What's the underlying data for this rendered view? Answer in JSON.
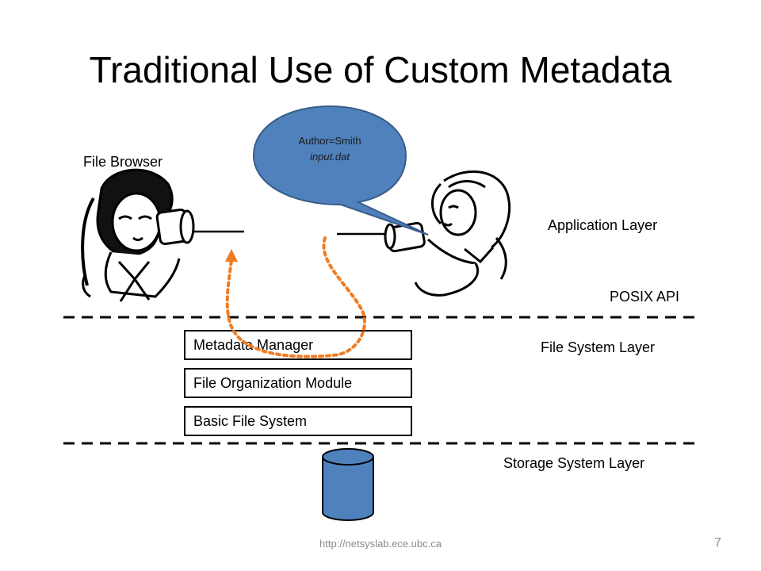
{
  "slide": {
    "title": "Traditional Use of Custom Metadata",
    "footer_url": "http://netsyslab.ece.ubc.ca",
    "page_number": "7"
  },
  "labels": {
    "file_browser": "File Browser",
    "application_layer": "Application Layer",
    "posix_api": "POSIX API",
    "file_system_layer": "File System Layer",
    "storage_system_layer": "Storage System Layer"
  },
  "speech_bubble": {
    "line1": "Author=Smith",
    "line2": "input.dat"
  },
  "modules": [
    {
      "label": "Metadata Manager"
    },
    {
      "label": "File Organization Module"
    },
    {
      "label": "Basic File System"
    }
  ],
  "colors": {
    "bubble_fill": "#4f81bd",
    "bubble_stroke": "#385d8a",
    "arrow": "#f07c22",
    "cylinder": "#4f81bd"
  }
}
